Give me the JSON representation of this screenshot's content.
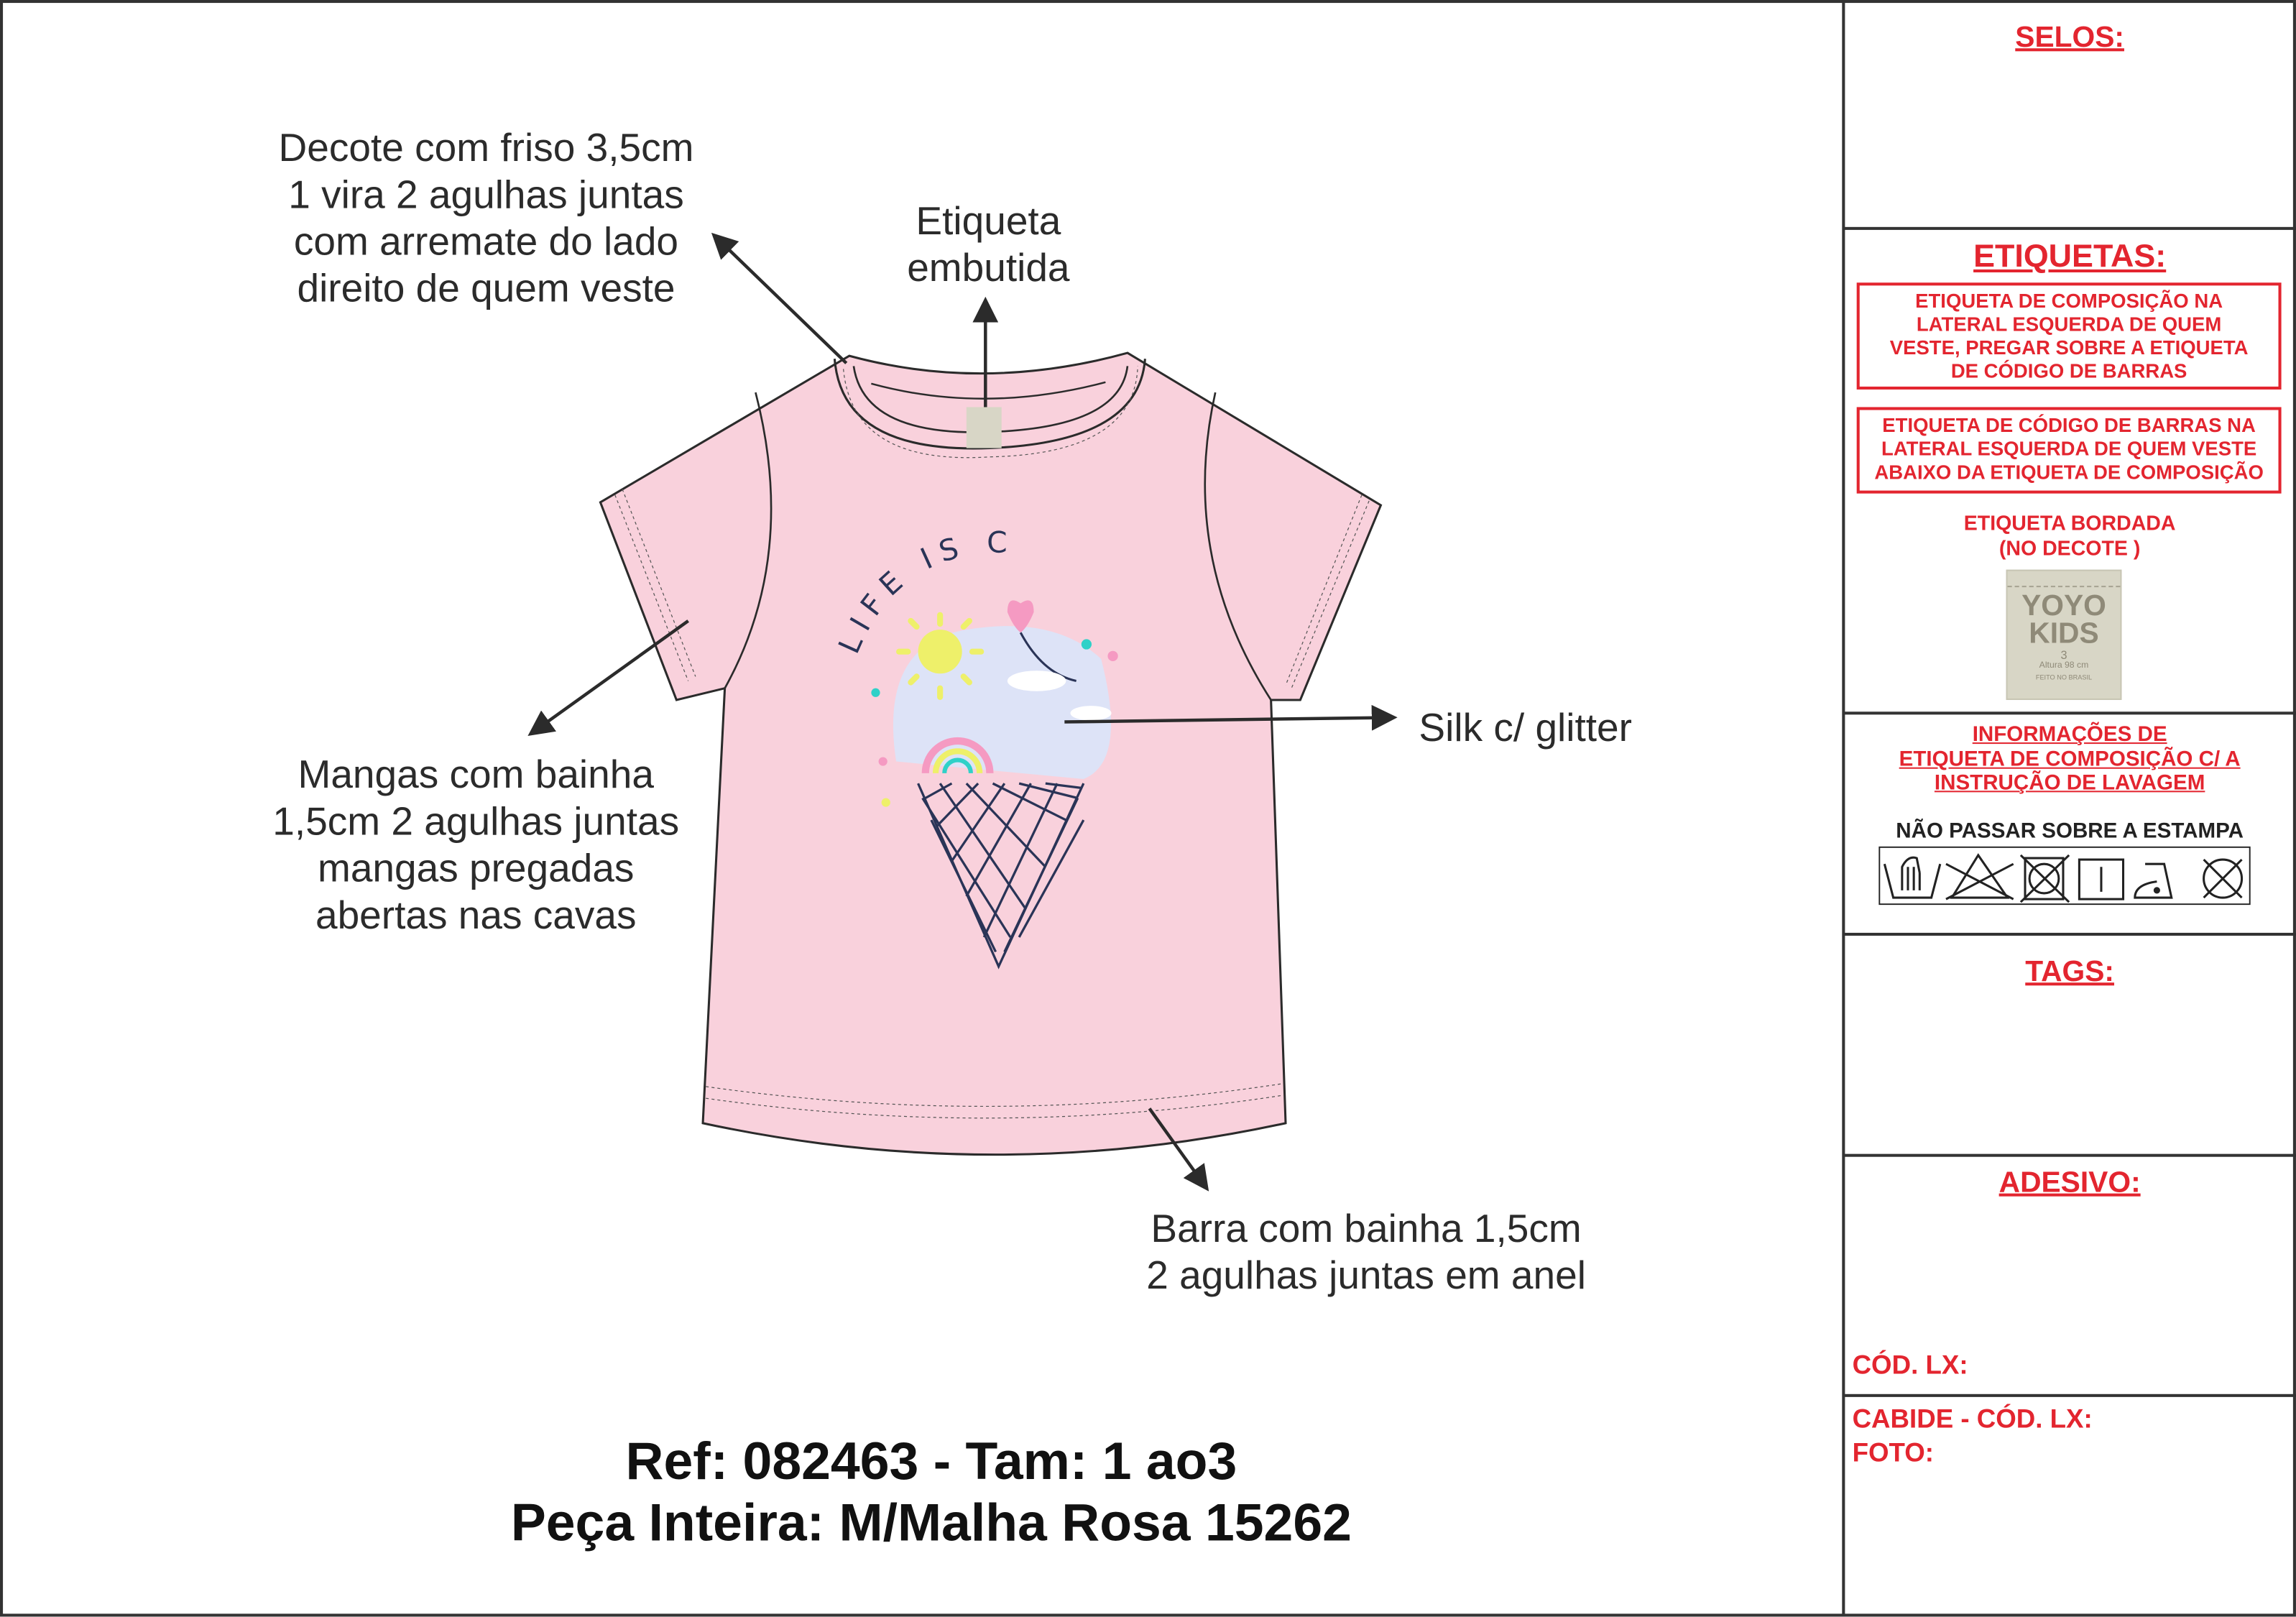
{
  "notes": {
    "neckline": [
      "Decote com friso 3,5cm",
      "1 vira 2 agulhas juntas",
      "com arremate do lado",
      "direito de quem veste"
    ],
    "label": [
      "Etiqueta",
      "embutida"
    ],
    "print": "Silk c/ glitter",
    "sleeves": [
      "Mangas com bainha",
      "1,5cm 2 agulhas juntas",
      "mangas pregadas",
      "abertas nas cavas"
    ],
    "hem": [
      "Barra com bainha 1,5cm",
      "2 agulhas juntas em anel"
    ]
  },
  "reference": {
    "line1": "Ref: 082463 - Tam: 1 ao3",
    "line2": "Peça Inteira: M/Malha Rosa 15262"
  },
  "print_text": "LIFE IS CUTE",
  "brand_tag": {
    "line1": "YOYO",
    "line2": "KIDS",
    "size": "3",
    "height": "Altura 98 cm",
    "origin": "FEITO NO BRASIL"
  },
  "panel": {
    "selos": "SELOS:",
    "etiquetas": "ETIQUETAS:",
    "box1": [
      "ETIQUETA DE COMPOSIÇÃO NA",
      "LATERAL ESQUERDA DE QUEM",
      "VESTE, PREGAR SOBRE A ETIQUETA",
      "DE CÓDIGO DE BARRAS"
    ],
    "box2": [
      "ETIQUETA DE CÓDIGO DE BARRAS NA",
      "LATERAL ESQUERDA DE QUEM VESTE",
      "ABAIXO DA ETIQUETA DE COMPOSIÇÃO"
    ],
    "bordada": [
      "ETIQUETA BORDADA",
      "(NO DECOTE )"
    ],
    "info": [
      "INFORMAÇÕES DE",
      "ETIQUETA DE COMPOSIÇÃO C/ A",
      "INSTRUÇÃO DE LAVAGEM"
    ],
    "warning": "NÃO PASSAR SOBRE A ESTAMPA",
    "care_icons": [
      "hand-wash-icon",
      "no-bleach-icon",
      "no-tumble-dry-icon",
      "line-dry-icon",
      "iron-low-icon",
      "no-dry-clean-icon"
    ],
    "tags": "TAGS:",
    "adesivo": "ADESIVO:",
    "cod_lx": "CÓD. LX:",
    "cabide": "CABIDE - CÓD. LX:",
    "foto": "FOTO:"
  },
  "colors": {
    "shirt": "#f9d1dc",
    "accent_red": "#e3252f",
    "outline": "#2b2b2b",
    "navy": "#2a3457"
  }
}
